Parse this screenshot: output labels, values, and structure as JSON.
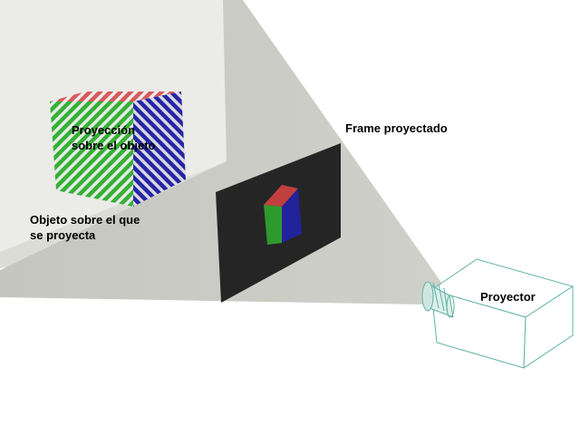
{
  "labels": {
    "projection_on_object": "Proyección\nsobre el objeto",
    "object": "Objeto sobre el que\nse proyecta",
    "projected_frame": "Frame proyectado",
    "projector": "Proyector"
  },
  "colors": {
    "wall": "#ecece8",
    "floor": "#ddddd8",
    "beam": "#c8c8c2",
    "frame": "#262626",
    "cube_top": "#d05050",
    "cube_left": "#3cb43c",
    "cube_right": "#2a2aa8",
    "projector_outline": "#5fb2a6"
  }
}
